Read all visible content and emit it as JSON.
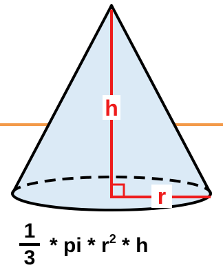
{
  "diagram": {
    "height_label": "h",
    "radius_label": "r",
    "colors": {
      "cone_fill": "#dbeaf6",
      "outline": "#000000",
      "dimension": "#ee1c1c",
      "accent_line": "#f39a4a"
    }
  },
  "formula": {
    "numerator": "1",
    "denominator": "3",
    "op1": "* pi * r",
    "exponent": "2",
    "op2": " * h"
  }
}
